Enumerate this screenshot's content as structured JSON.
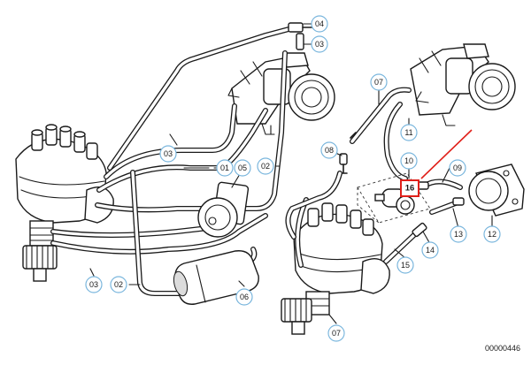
{
  "diagram": {
    "drawing_number": "00000446",
    "highlighted_part": "16",
    "highlight_color": "#e0201a",
    "callout_border_color": "#7ab6dd",
    "callouts": [
      "04",
      "03",
      "07",
      "11",
      "08",
      "10",
      "16",
      "09",
      "12",
      "13",
      "14",
      "15",
      "03",
      "01",
      "05",
      "02",
      "03",
      "02",
      "06",
      "07"
    ]
  }
}
